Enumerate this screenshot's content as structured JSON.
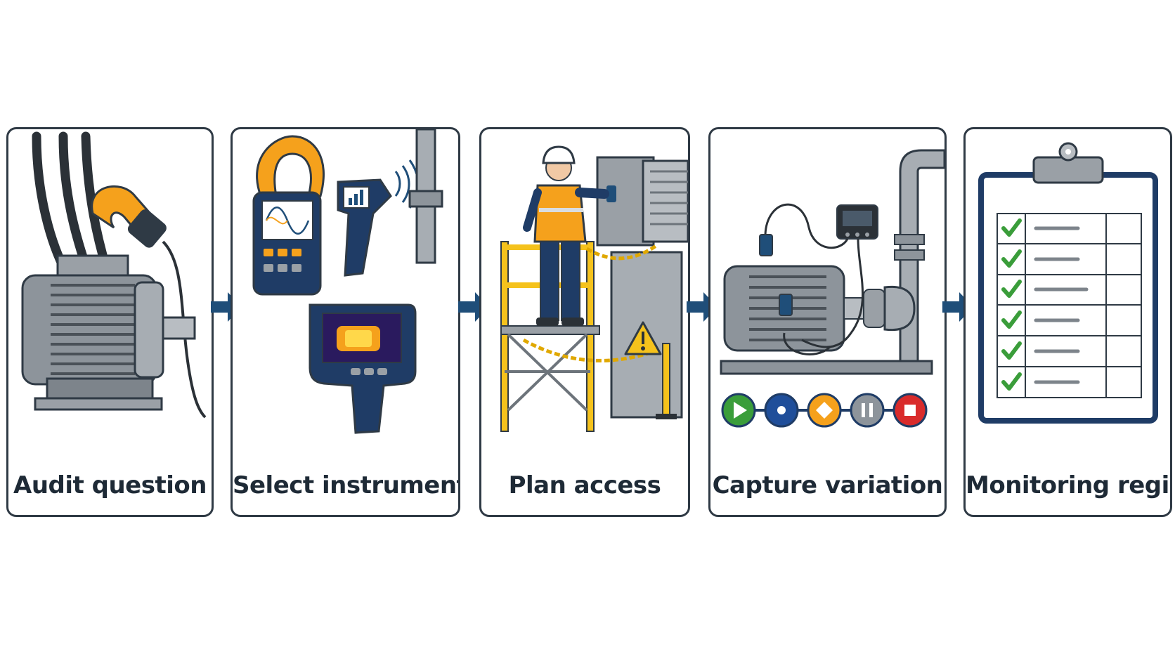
{
  "steps": [
    {
      "label": "Audit question"
    },
    {
      "label": "Select instrument"
    },
    {
      "label": "Plan access"
    },
    {
      "label": "Capture variation"
    },
    {
      "label": "Monitoring register"
    }
  ],
  "colors": {
    "outline": "#2f3a45",
    "arrow": "#1f4e79",
    "accent_orange": "#f5a11c",
    "navy": "#1f3c66",
    "check_green": "#3a9d3a"
  },
  "icons": [
    "motor-icon",
    "clamp-meter-icon",
    "ir-thermometer-icon",
    "thermal-camera-icon",
    "worker-icon",
    "warning-icon",
    "pump-icon",
    "data-logger-icon",
    "play-icon",
    "record-icon",
    "marker-icon",
    "pause-icon",
    "stop-icon",
    "clipboard-icon",
    "check-icon"
  ]
}
